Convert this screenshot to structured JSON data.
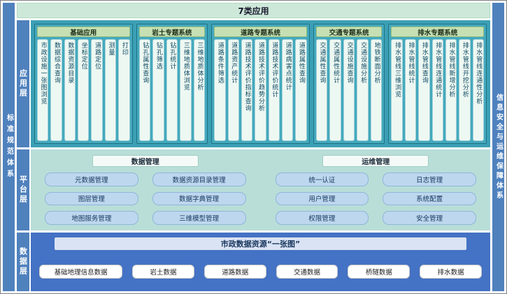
{
  "frame": {
    "left_bar": "标准规范体系",
    "right_bar": "信息安全与运维保障体系"
  },
  "header": {
    "title": "7类应用"
  },
  "app_layer": {
    "label": "应用层",
    "groups": [
      {
        "title": "基础应用",
        "items": [
          "市政设施一张图浏览",
          "数据综合查询",
          "数据资源目录",
          "坐标定位",
          "道路定位",
          "测量",
          "打印"
        ]
      },
      {
        "title": "岩土专题系统",
        "items": [
          "钻孔属性查询",
          "钻孔筛选",
          "钻孔统计",
          "三维地质体浏览",
          "三维地质体分析"
        ]
      },
      {
        "title": "道路专题系统",
        "items": [
          "道路条件筛选",
          "道路资产统计",
          "道路技术评价指标查询",
          "道路技术评价趋势分析",
          "道路技术评价统计",
          "道路病害点统计",
          "道路属性查询"
        ]
      },
      {
        "title": "交通专题系统",
        "items": [
          "交通属性查询",
          "交通属性统计",
          "交通设施查询",
          "交通设施分析",
          "地铁断面分析"
        ]
      },
      {
        "title": "排水专题系统",
        "items": [
          "排水管线三维浏览",
          "排水管线统计",
          "排水管线查询",
          "排水管线连通统计",
          "排水管线新增分析",
          "排水管线开挖分析",
          "排水管线连通性分析"
        ]
      }
    ]
  },
  "platform_layer": {
    "label": "平台层",
    "sections": [
      {
        "title": "数据管理",
        "items": [
          "元数据管理",
          "数据资源目录管理",
          "图层管理",
          "数据字典管理",
          "地图服务管理",
          "三维模型管理"
        ]
      },
      {
        "title": "运维管理",
        "items": [
          "统一认证",
          "日志管理",
          "用户管理",
          "系统配置",
          "权限管理",
          "安全管理"
        ]
      }
    ]
  },
  "data_layer": {
    "label": "数据层",
    "title": "市政数据资源“一张图”",
    "items": [
      "基础地理信息数据",
      "岩土数据",
      "道路数据",
      "交通数据",
      "桥隧数据",
      "排水数据"
    ]
  },
  "colors": {
    "pillar_blue": "#4f81bd",
    "app_teal": "#3ba0b5",
    "group_header_green": "#c6e0b4",
    "item_pale": "#eef8f2",
    "platform_bg": "#b9ded8",
    "pill_blue": "#bdd7ee",
    "data_blue": "#4472c4",
    "data_title_bg": "#dae3f3",
    "top_title_bg": "#cde8d9"
  }
}
